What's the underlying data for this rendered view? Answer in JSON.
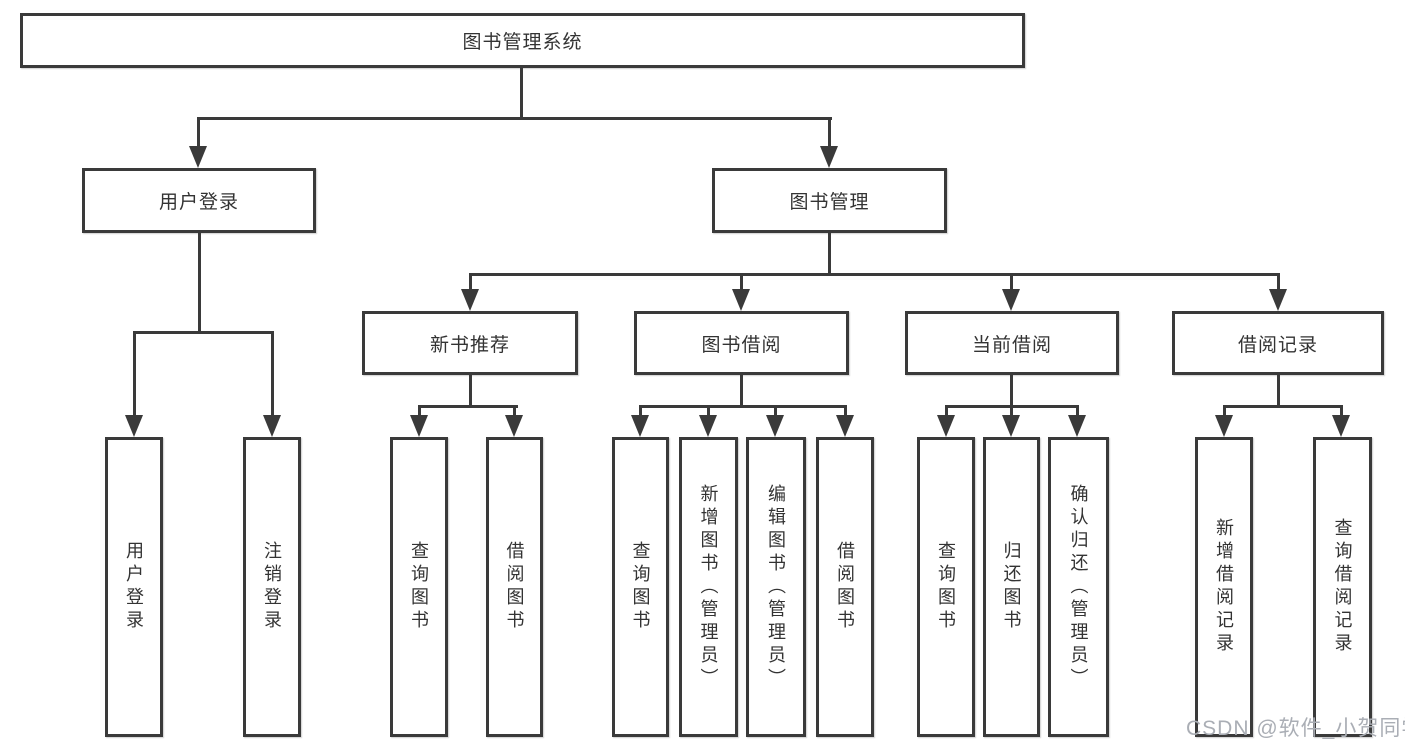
{
  "nodes": {
    "root": "图书管理系统",
    "user_login": "用户登录",
    "book_mgmt": "图书管理",
    "new_books": "新书推荐",
    "book_borrow": "图书借阅",
    "current_borrow": "当前借阅",
    "borrow_records": "借阅记录"
  },
  "leaves": {
    "user_login": [
      "用户登录",
      "注销登录"
    ],
    "new_books": [
      "查询图书",
      "借阅图书"
    ],
    "book_borrow": [
      "查询图书",
      "新增图书（管理员）",
      "编辑图书（管理员）",
      "借阅图书"
    ],
    "current_borrow": [
      "查询图书",
      "归还图书",
      "确认归还（管理员）"
    ],
    "borrow_records": [
      "新增借阅记录",
      "查询借阅记录"
    ]
  },
  "watermark": {
    "text": "CSDN @软件_小贺同学"
  },
  "colors": {
    "line": "#3a3a3a",
    "text": "#333333",
    "watermark": "#aaaeb5",
    "background": "#ffffff"
  }
}
